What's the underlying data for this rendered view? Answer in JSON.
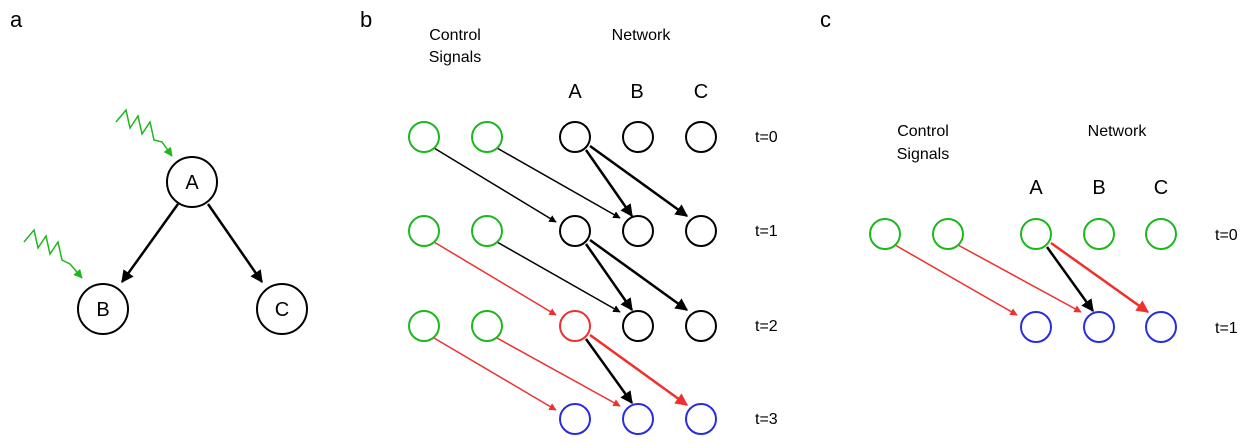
{
  "colors": {
    "black": "#000000",
    "green": "#1db81d",
    "red": "#f0302e",
    "blue": "#2b2be0"
  },
  "panel_a": {
    "label": "a",
    "nodes": {
      "A": "A",
      "B": "B",
      "C": "C"
    }
  },
  "panel_b": {
    "label": "b",
    "control_signals_line1": "Control",
    "control_signals_line2": "Signals",
    "network_label": "Network",
    "columns": [
      "A",
      "B",
      "C"
    ],
    "times": [
      "t=0",
      "t=1",
      "t=2",
      "t=3"
    ]
  },
  "panel_c": {
    "label": "c",
    "control_signals_line1": "Control",
    "control_signals_line2": "Signals",
    "network_label": "Network",
    "columns": [
      "A",
      "B",
      "C"
    ],
    "times": [
      "t=0",
      "t=1"
    ]
  }
}
